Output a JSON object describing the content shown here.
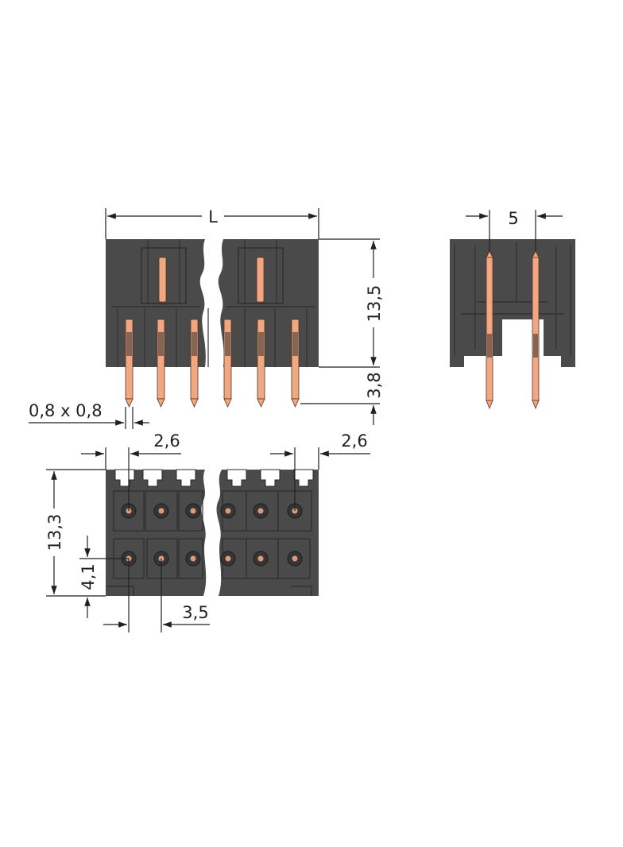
{
  "dimensions": {
    "length": "L",
    "height_body": "13,5",
    "pin_length": "3,8",
    "pin_section": "0,8 x 0,8",
    "edge_left": "2,6",
    "edge_right": "2,6",
    "pitch_side": "5",
    "depth": "13,3",
    "row_offset": "4,1",
    "pitch": "3,5"
  },
  "colors": {
    "housing": "#4a4a4a",
    "pin": "#f0a882",
    "line": "#231f20"
  }
}
